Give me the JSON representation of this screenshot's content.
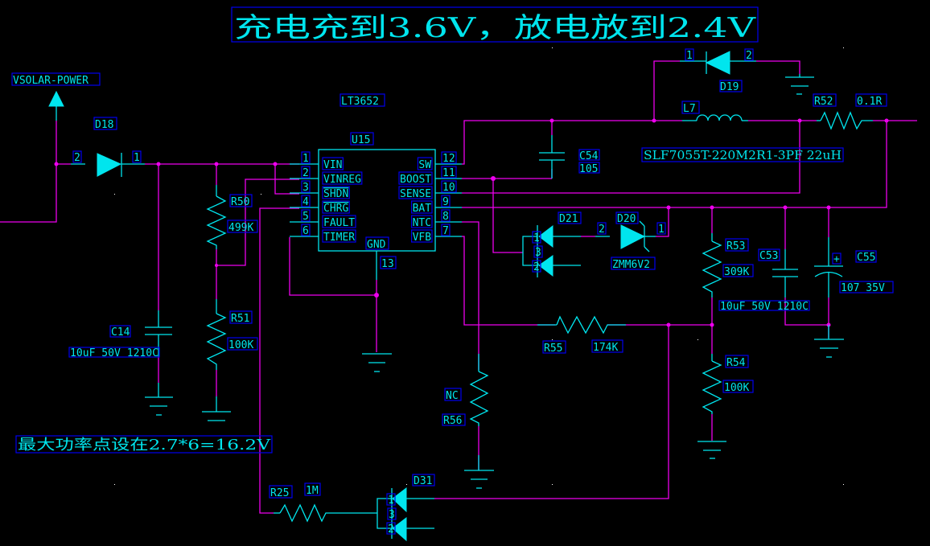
{
  "colors": {
    "background": "#000000",
    "wire": "#ee00ee",
    "component": "#00e5ee",
    "label_box": "#0000ee"
  },
  "title_note": "充电充到3.6V，放电放到2.4V",
  "mppt_note": "最大功率点设在2.7*6=16.2V",
  "power_port": {
    "name": "VSOLAR-POWER",
    "icon": "power-arrow-icon"
  },
  "ic": {
    "part": "LT3652",
    "ref": "U15",
    "left_pins": [
      {
        "num": "1",
        "name": "VIN"
      },
      {
        "num": "2",
        "name": "VINREG"
      },
      {
        "num": "3",
        "name": "SHDN"
      },
      {
        "num": "4",
        "name": "CHRG"
      },
      {
        "num": "5",
        "name": "FAULT"
      },
      {
        "num": "6",
        "name": "TIMER"
      }
    ],
    "right_pins": [
      {
        "num": "12",
        "name": "SW"
      },
      {
        "num": "11",
        "name": "BOOST"
      },
      {
        "num": "10",
        "name": "SENSE"
      },
      {
        "num": "9",
        "name": "BAT"
      },
      {
        "num": "8",
        "name": "NTC"
      },
      {
        "num": "7",
        "name": "VFB"
      }
    ],
    "bottom_pin": {
      "num": "13",
      "name": "GND"
    }
  },
  "components": {
    "d18": {
      "ref": "D18",
      "pin_a": "2",
      "pin_k": "1"
    },
    "d19": {
      "ref": "D19",
      "pin_a": "1",
      "pin_k": "2"
    },
    "d20": {
      "ref": "D20",
      "value": "ZMM6V2",
      "pin_a": "2",
      "pin_k": "1"
    },
    "d21": {
      "ref": "D21",
      "pins": [
        "1",
        "3",
        "2"
      ]
    },
    "d31": {
      "ref": "D31",
      "pins": [
        "1",
        "3",
        "2"
      ]
    },
    "l7": {
      "ref": "L7",
      "value": "SLF7055T-220M2R1-3PF 22uH"
    },
    "r52": {
      "ref": "R52",
      "value": "0.1R"
    },
    "r50": {
      "ref": "R50",
      "value": "499K"
    },
    "r51": {
      "ref": "R51",
      "value": "100K"
    },
    "r53": {
      "ref": "R53",
      "value": "309K"
    },
    "r54": {
      "ref": "R54",
      "value": "100K"
    },
    "r55": {
      "ref": "R55",
      "value": "174K"
    },
    "r56": {
      "ref": "R56",
      "value": "NC"
    },
    "r25": {
      "ref": "R25",
      "value": "1M"
    },
    "c14": {
      "ref": "C14",
      "value": "10uF 50V 1210C"
    },
    "c53": {
      "ref": "C53",
      "value": "10uF 50V 1210C"
    },
    "c54": {
      "ref": "C54",
      "value": "105"
    },
    "c55": {
      "ref": "C55",
      "value": "107 35V",
      "polarity": "+"
    }
  }
}
